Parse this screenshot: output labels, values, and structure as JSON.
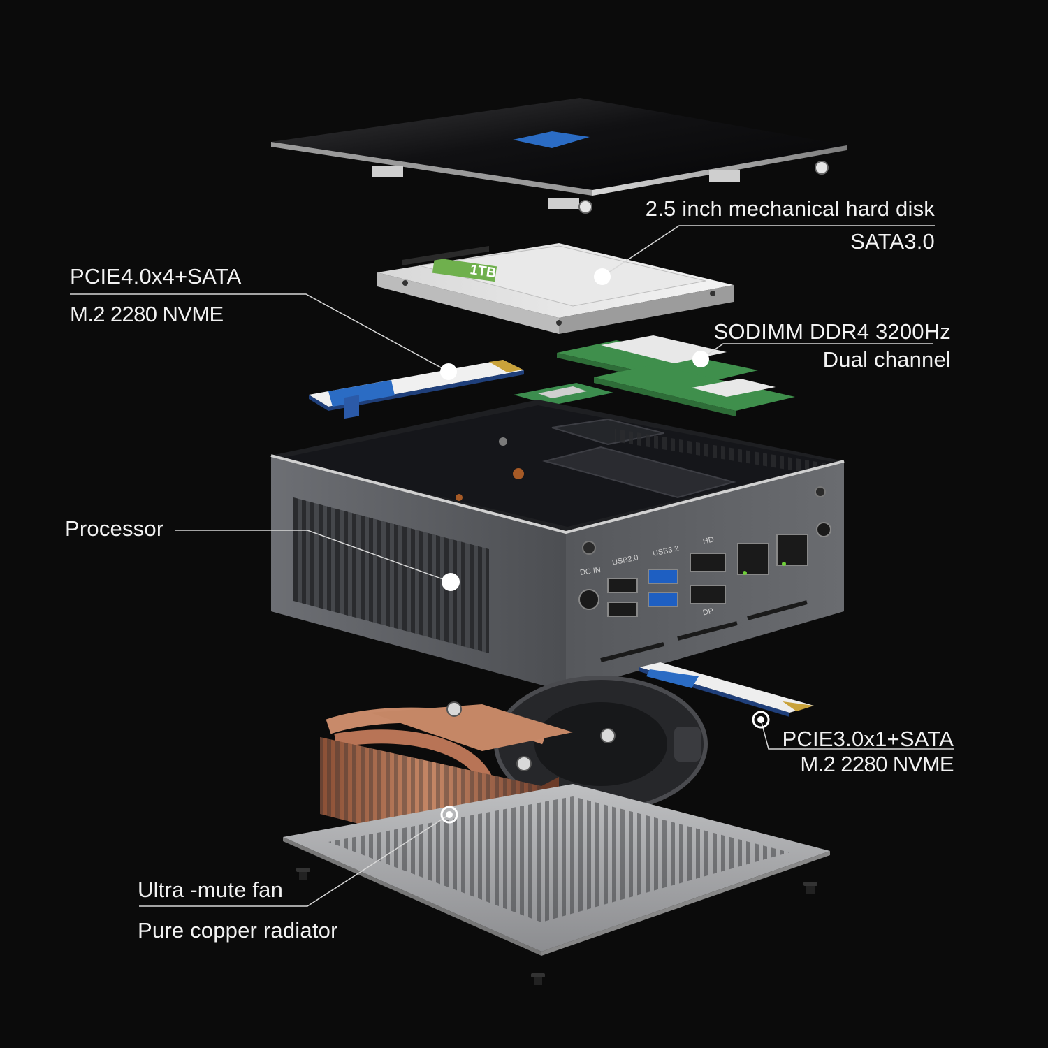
{
  "callouts": {
    "hdd": {
      "line1": "2.5 inch mechanical hard disk",
      "line2": "SATA3.0"
    },
    "nvme_top": {
      "line1": "PCIE4.0x4+SATA",
      "line2": "M.2 2280 NVME"
    },
    "ram": {
      "line1": "SODIMM DDR4 3200Hz",
      "line2": "Dual channel"
    },
    "processor": {
      "line1": "Processor"
    },
    "nvme_bottom": {
      "line1": "PCIE3.0x1+SATA",
      "line2": "M.2 2280 NVME"
    },
    "cooling": {
      "line1": "Ultra -mute fan",
      "line2": "Pure copper radiator"
    }
  },
  "ports": {
    "dc_in": "DC IN",
    "usb2": "USB2.0",
    "usb3": "USB3.2",
    "hd": "HD",
    "dp": "DP"
  },
  "hdd_capacity": "1TB",
  "colors": {
    "background": "#0b0b0b",
    "text": "#f2f2f2",
    "leader_line": "#d8d8d8",
    "chassis": "#5a5c60",
    "copper": "#b8775a",
    "ram_pcb": "#3f8f4c",
    "ssd_blue": "#2b6cc4"
  }
}
